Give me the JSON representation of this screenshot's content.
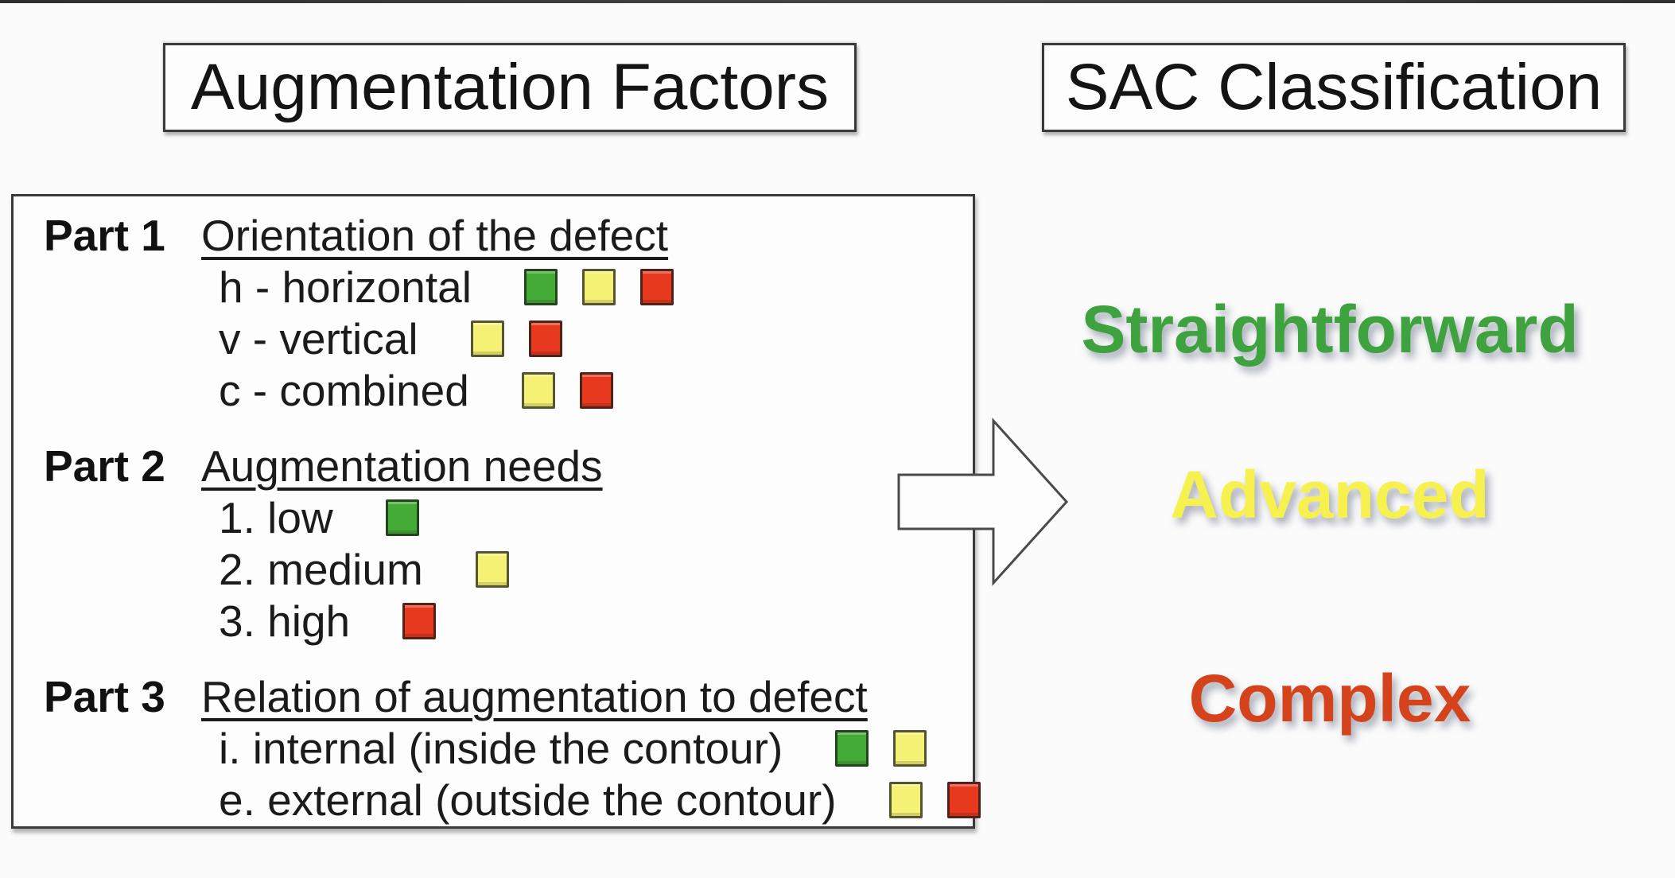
{
  "titles": {
    "left": "Augmentation Factors",
    "right": "SAC Classification"
  },
  "factors_panel": {
    "parts": [
      {
        "label": "Part 1",
        "heading": "Orientation of the defect",
        "items": [
          {
            "text": "h - horizontal",
            "squares": [
              "green",
              "yellow",
              "red"
            ]
          },
          {
            "text": "v - vertical",
            "squares": [
              "yellow",
              "red"
            ]
          },
          {
            "text": "c - combined",
            "squares": [
              "yellow",
              "red"
            ]
          }
        ]
      },
      {
        "label": "Part 2",
        "heading": "Augmentation needs",
        "items": [
          {
            "text": "1. low",
            "squares": [
              "green"
            ]
          },
          {
            "text": "2. medium",
            "squares": [
              "yellow"
            ]
          },
          {
            "text": "3. high",
            "squares": [
              "red"
            ]
          }
        ]
      },
      {
        "label": "Part 3",
        "heading": "Relation of augmentation to defect",
        "items": [
          {
            "text": "i. internal (inside the contour)",
            "squares": [
              "green",
              "yellow"
            ]
          },
          {
            "text": "e. external (outside the contour)",
            "squares": [
              "yellow",
              "red"
            ]
          }
        ]
      }
    ]
  },
  "classification": {
    "labels": [
      {
        "text": "Straightforward",
        "color": "#3ea23e"
      },
      {
        "text": "Advanced",
        "color": "#f7f150"
      },
      {
        "text": "Complex",
        "color": "#d5431d"
      }
    ]
  },
  "colors": {
    "green": "#45ab37",
    "yellow": "#f5f175",
    "red": "#e6391e"
  },
  "icons": {
    "arrow": "right-block-arrow"
  }
}
